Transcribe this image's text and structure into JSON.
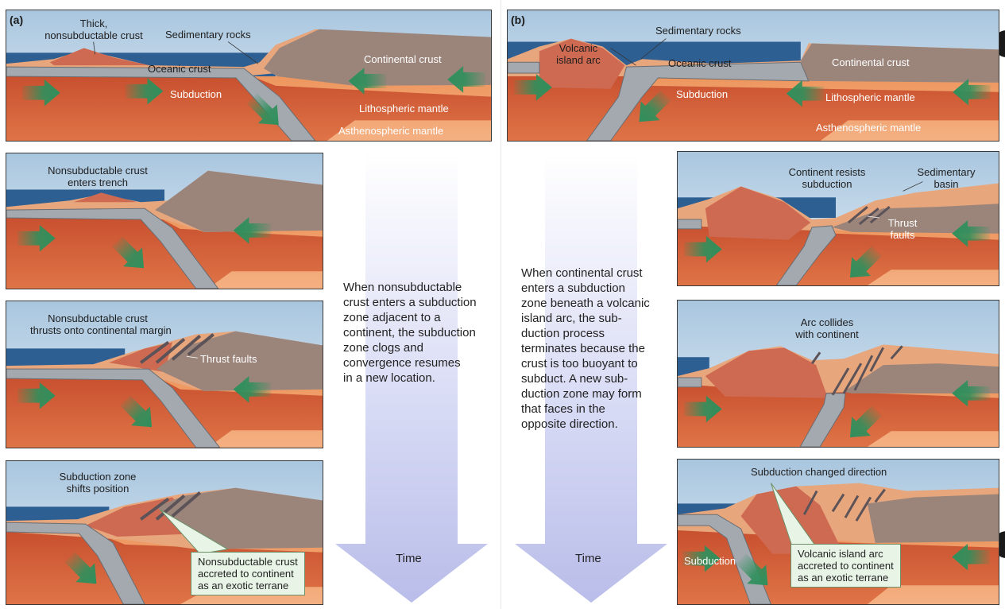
{
  "part_a": {
    "tag": "(a)",
    "panel1": {
      "thick_crust": [
        "Thick,",
        "nonsubductable crust"
      ],
      "sedimentary": "Sedimentary rocks",
      "oceanic": "Oceanic crust",
      "continental": "Continental crust",
      "subduction": "Subduction",
      "litho": "Lithospheric mantle",
      "astheno": "Asthenospheric mantle"
    },
    "panel2": {
      "title": [
        "Nonsubductable crust",
        "enters trench"
      ]
    },
    "panel3": {
      "title": [
        "Nonsubductable crust",
        "thrusts onto continental margin"
      ],
      "thrust": "Thrust faults"
    },
    "panel4": {
      "title": [
        "Subduction zone",
        "shifts position"
      ],
      "callout": [
        "Nonsubductable crust",
        "accreted to continent",
        "as an exotic terrane"
      ]
    },
    "description": [
      "When nonsubductable",
      "crust enters a subduction",
      "zone adjacent to a",
      "continent, the subduction",
      "zone clogs and",
      "convergence resumes",
      "in a new location."
    ],
    "time": "Time"
  },
  "part_b": {
    "tag": "(b)",
    "panel1": {
      "arc": [
        "Volcanic",
        "island arc"
      ],
      "sedimentary": "Sedimentary rocks",
      "oceanic": "Oceanic crust",
      "continental": "Continental crust",
      "subduction": "Subduction",
      "litho": "Lithospheric mantle",
      "astheno": "Asthenospheric mantle"
    },
    "panel2": {
      "title": [
        "Continent resists",
        "subduction"
      ],
      "basin": [
        "Sedimentary",
        "basin"
      ],
      "thrust": [
        "Thrust",
        "faults"
      ]
    },
    "panel3": {
      "title": [
        "Arc collides",
        "with continent"
      ]
    },
    "panel4": {
      "title": "Subduction changed direction",
      "subduction": "Subduction",
      "callout": [
        "Volcanic island arc",
        "accreted to continent",
        "as an exotic terrane"
      ]
    },
    "description": [
      "When continental crust",
      "enters a subduction",
      "zone beneath a volcanic",
      "island arc, the sub-",
      "duction process",
      "terminates because the",
      "crust is too buoyant to",
      "subduct. A new sub-",
      "duction zone may form",
      "that faces in the",
      "opposite direction."
    ],
    "time": "Time"
  },
  "colors": {
    "sky_top": "#a9c6df",
    "sky_bottom": "#dfeaf2",
    "sea": "#2e5f93",
    "continent": "#9b857b",
    "litho": "#cf5a36",
    "astheno": "#ef9a63",
    "slab": "#a4a9b0",
    "arrow_green": "#2f8f5c",
    "time_arrow": "#c9ccef"
  }
}
